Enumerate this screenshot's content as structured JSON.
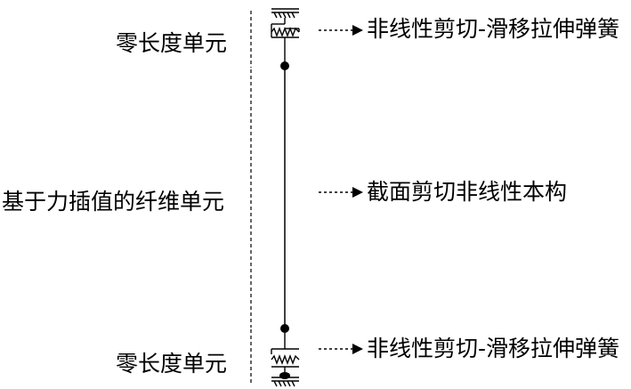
{
  "diagram": {
    "left_labels": {
      "top_element": "零长度单元",
      "middle_element": "基于力插值的纤维单元",
      "bottom_element": "零长度单元"
    },
    "right_annotations": {
      "top_spring": "非线性剪切-滑移拉伸弹簧",
      "section": "截面剪切非线性本构",
      "bottom_spring": "非线性剪切-滑移拉伸弹簧"
    }
  }
}
